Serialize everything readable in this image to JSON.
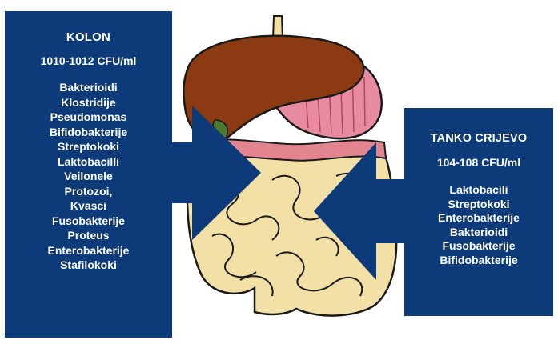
{
  "colon": {
    "title": "KOLON",
    "cfu": "1010-1012 CFU/ml",
    "organisms": [
      "Bakterioidi",
      "Klostridije",
      "Pseudomonas",
      "Bifidobakterije",
      "Streptokoki",
      "Laktobacilli",
      "Veilonele",
      "Protozoi,",
      "Kvasci",
      "Fusobakterije",
      "Proteus",
      "Enterobakterije",
      "Stafilokoki"
    ]
  },
  "small_intestine": {
    "title": "TANKO CRIJEVO",
    "cfu": "104-108 CFU/ml",
    "organisms": [
      "Laktobacili",
      "Streptokoki",
      "Enterobakterije",
      "Bakterioidi",
      "Fusobakterije",
      "Bifidobakterije"
    ]
  },
  "colors": {
    "panel_blue": "#0d3a78",
    "liver": "#8b3a12",
    "stomach": "#e88aa0",
    "intestine": "#f2e0a6",
    "colon_band": "#e3858f"
  }
}
